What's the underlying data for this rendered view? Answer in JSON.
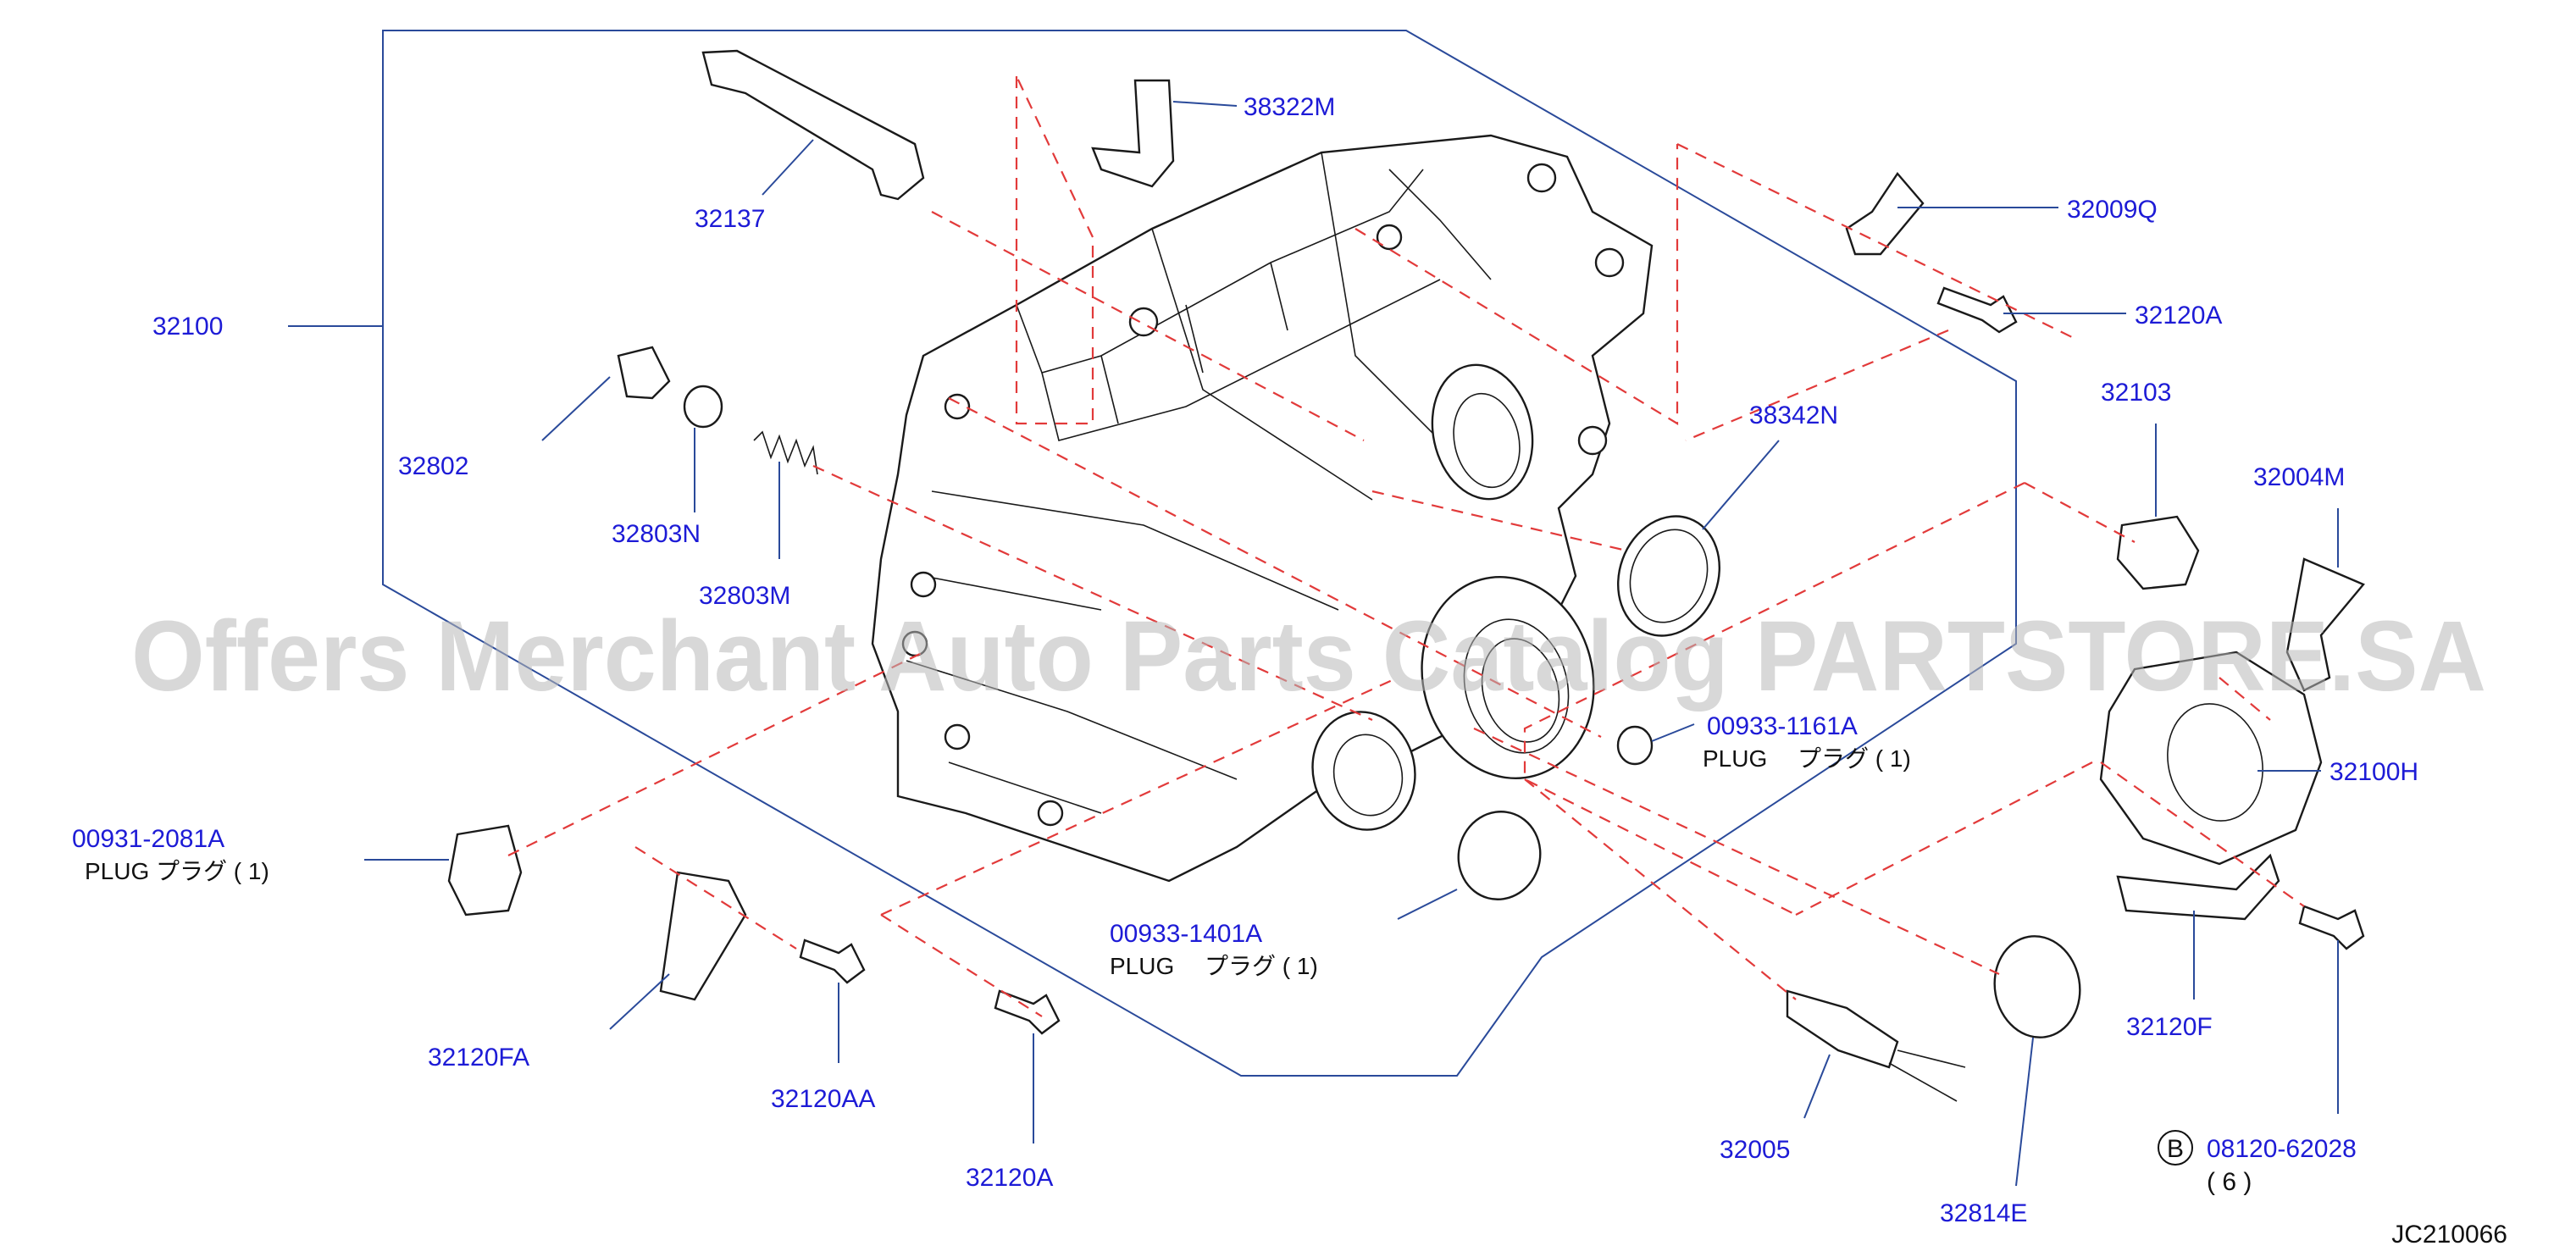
{
  "labels": {
    "p32100": "32100",
    "p32137": "32137",
    "p38322M": "38322M",
    "p32009Q": "32009Q",
    "p32120A_top": "32120A",
    "p32103": "32103",
    "p38342N": "38342N",
    "p32004M": "32004M",
    "p32802": "32802",
    "p32803N": "32803N",
    "p32803M": "32803M",
    "p00933_1161A": "00933-1161A",
    "p32100H": "32100H",
    "p00931_2081A": "00931-2081A",
    "p00933_1401A": "00933-1401A",
    "p32120FA": "32120FA",
    "p32120AA": "32120AA",
    "p32120A_bottom": "32120A",
    "p32005": "32005",
    "p32814E": "32814E",
    "p32120F": "32120F",
    "p08120_62028": "08120-62028",
    "bolt_marker": "B",
    "bolt_qty": "( 6 )",
    "plug_1161A": "PLUG　 プラグ ( 1)",
    "plug_2081A": "PLUG プラグ ( 1)",
    "plug_1401A": "PLUG　 プラグ ( 1)"
  },
  "diagram_id": "JC210066",
  "watermark": "Offers Merchant Auto Parts Catalog PARTSTORE.SA",
  "colors": {
    "label_blue": "#1d1bd6",
    "leader_blue": "#2a4a9a",
    "dashed_red": "#e23a3a",
    "ink": "#1a1a1a",
    "watermark_gray": "#b8b8b8"
  }
}
